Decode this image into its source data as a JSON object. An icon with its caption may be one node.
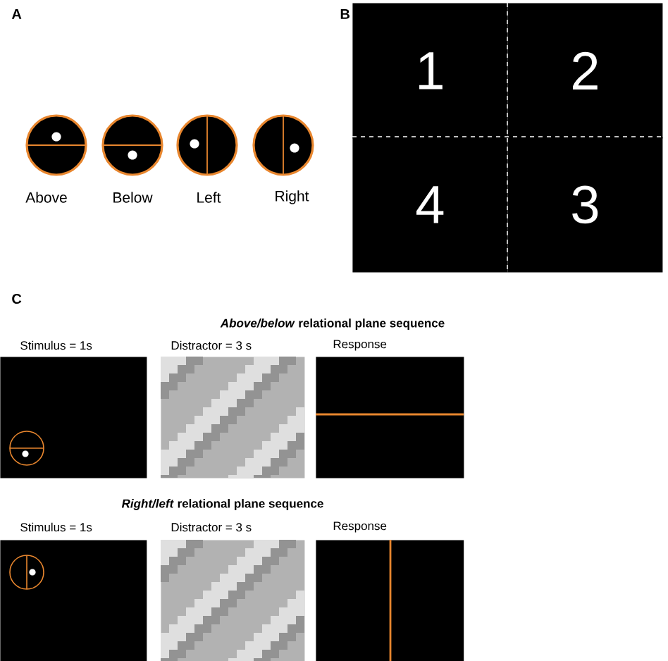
{
  "diagram": {
    "nodes": [
      {
        "text": [
          "1"
        ]
      },
      {
        "text": [
          "2"
        ]
      },
      {
        "text": [
          "4"
        ]
      },
      {
        "text": [
          "3"
        ]
      },
      {
        "text": [],
        "shape": "box"
      },
      {
        "text": [],
        "shape": "box"
      },
      {
        "text": [],
        "shape": "box"
      },
      {
        "text": [],
        "shape": "box"
      },
      {
        "text": [],
        "shape": "box"
      },
      {
        "text": [],
        "shape": "box"
      }
    ],
    "labels": [
      "A",
      "B",
      "Above",
      "Below",
      "Left",
      "Right",
      "C",
      "*Above/below* relational plane sequence",
      "Stimulus = 1s",
      "Distractor = 3 s",
      "Response",
      "*Right/left* relational plane sequence",
      "Stimulus = 1s",
      "Distractor = 3 s",
      "Response"
    ]
  }
}
